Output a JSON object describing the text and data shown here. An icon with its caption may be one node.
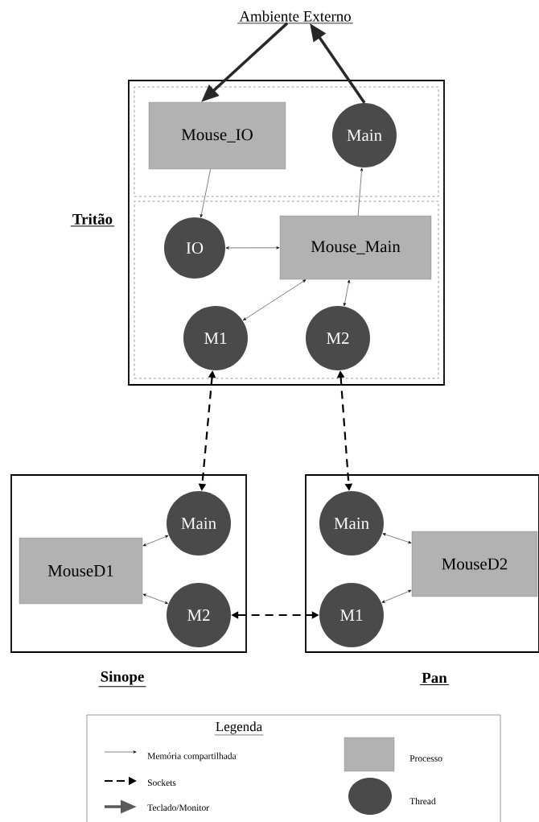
{
  "diagram": {
    "nodes": [
      {
        "text": [
          "Ambiente Externo"
        ]
      },
      {
        "text": [
          "Tritão"
        ]
      },
      {
        "text": [],
        "shape": "box",
        "in": 1
      },
      {
        "text": [],
        "shape": "box",
        "in": 1
      },
      {
        "text": [
          "Mouse_IO"
        ],
        "in": 2
      },
      {
        "text": [
          "Main"
        ],
        "in": 2
      },
      {
        "text": [
          "IO"
        ],
        "in": 3
      },
      {
        "text": [
          "Mouse_Main"
        ],
        "in": 3
      },
      {
        "text": [
          "M1"
        ],
        "in": 3
      },
      {
        "text": [
          "M2"
        ],
        "in": 3
      },
      {
        "text": [
          "Sinope"
        ]
      },
      {
        "text": [
          "Main"
        ],
        "in": 10
      },
      {
        "text": [
          "MouseD1"
        ],
        "in": 10
      },
      {
        "text": [
          "M2"
        ],
        "in": 10
      },
      {
        "text": [
          "Pan"
        ]
      },
      {
        "text": [
          "Main"
        ],
        "in": 14
      },
      {
        "text": [
          "MouseD2"
        ],
        "in": 14
      },
      {
        "text": [
          "M1"
        ],
        "in": 14
      }
    ],
    "edges": [
      {
        "from": 0,
        "to": 4,
        "arrow": "to",
        "style": "thick"
      },
      {
        "from": 5,
        "to": 0,
        "arrow": "to",
        "style": "thick"
      },
      {
        "from": 4,
        "to": 6,
        "arrow": "to"
      },
      {
        "from": 7,
        "to": 5,
        "arrow": "to"
      },
      {
        "from": 6,
        "to": 7,
        "arrow": "both"
      },
      {
        "from": 7,
        "to": 8,
        "arrow": "both"
      },
      {
        "from": 7,
        "to": 9,
        "arrow": "both"
      },
      {
        "from": 8,
        "to": 11,
        "arrow": "both",
        "style": "dashed"
      },
      {
        "from": 9,
        "to": 15,
        "arrow": "both",
        "style": "dashed"
      },
      {
        "from": 12,
        "to": 11,
        "arrow": "both"
      },
      {
        "from": 12,
        "to": 13,
        "arrow": "both"
      },
      {
        "from": 13,
        "to": 17,
        "arrow": "both",
        "style": "dashed"
      },
      {
        "from": 16,
        "to": 15,
        "arrow": "both"
      },
      {
        "from": 16,
        "to": 17,
        "arrow": "both"
      }
    ],
    "labels": [
      "Legenda"
    ],
    "legend": [
      {
        "text": "Memória compartilhada"
      },
      {
        "text": "Sockets"
      },
      {
        "text": "Teclado/Monitor"
      },
      {
        "text": "Processo"
      },
      {
        "text": "Thread"
      }
    ]
  }
}
